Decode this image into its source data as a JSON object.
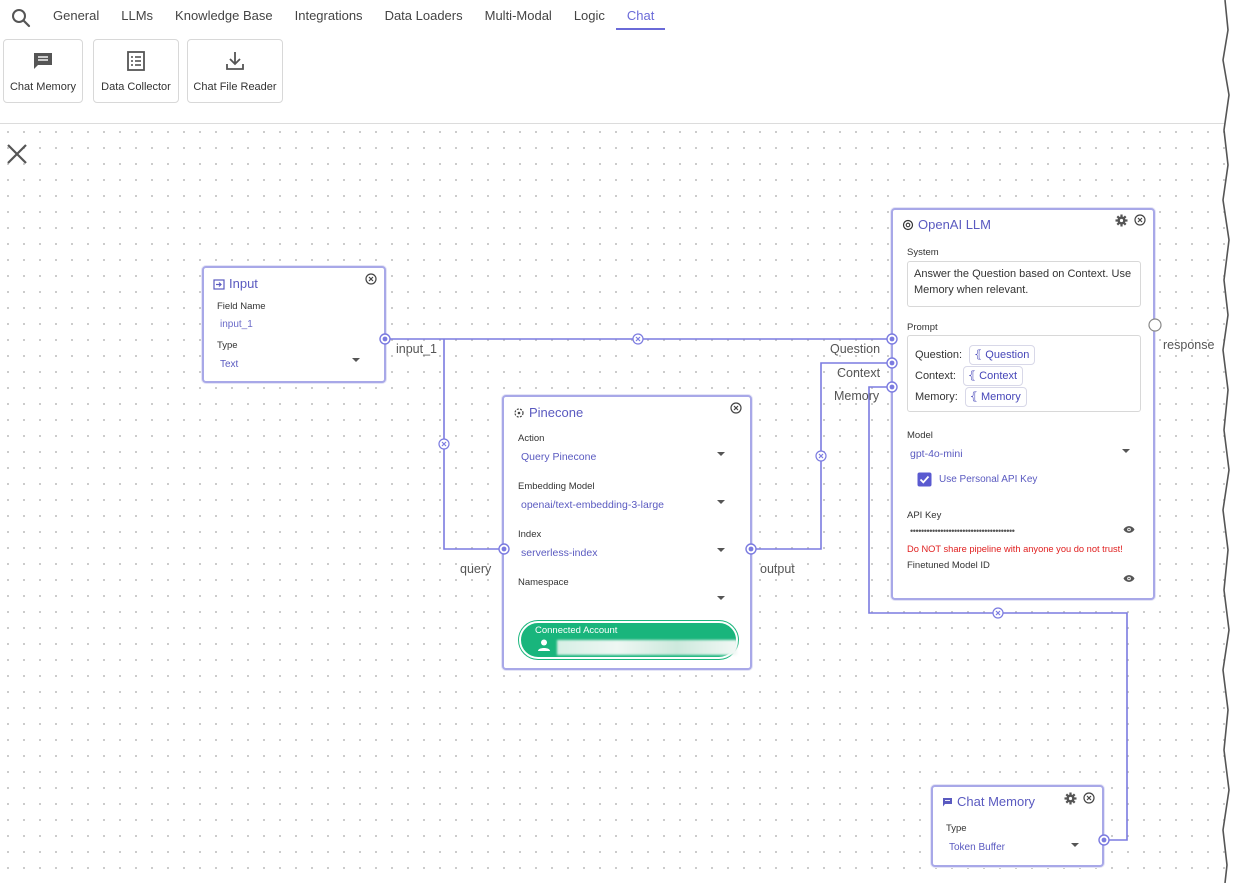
{
  "nav": {
    "tabs": [
      "General",
      "LLMs",
      "Knowledge Base",
      "Integrations",
      "Data Loaders",
      "Multi-Modal",
      "Logic",
      "Chat"
    ],
    "active_tab": "Chat",
    "tools": [
      {
        "label": "Chat Memory",
        "icon": "chat-icon"
      },
      {
        "label": "Data Collector",
        "icon": "list-icon"
      },
      {
        "label": "Chat File Reader",
        "icon": "download-icon"
      }
    ]
  },
  "input_node": {
    "title": "Input",
    "field_name_label": "Field Name",
    "field_name_value": "input_1",
    "type_label": "Type",
    "type_value": "Text",
    "output_port": "input_1"
  },
  "pinecone_node": {
    "title": "Pinecone",
    "action_label": "Action",
    "action_value": "Query Pinecone",
    "embedding_label": "Embedding Model",
    "embedding_value": "openai/text-embedding-3-large",
    "index_label": "Index",
    "index_value": "serverless-index",
    "namespace_label": "Namespace",
    "namespace_value": "",
    "account_label": "Connected Account",
    "input_port": "query",
    "output_port": "output"
  },
  "openai_node": {
    "title": "OpenAI LLM",
    "system_label": "System",
    "system_text": "Answer the Question based on Context. Use Memory when relevant.",
    "prompt_label": "Prompt",
    "prompt_rows": [
      {
        "label": "Question:",
        "chip": "Question"
      },
      {
        "label": "Context:",
        "chip": "Context"
      },
      {
        "label": "Memory:",
        "chip": "Memory"
      }
    ],
    "model_label": "Model",
    "model_value": "gpt-4o-mini",
    "personal_key_label": "Use Personal API Key",
    "personal_key_checked": true,
    "api_key_label": "API Key",
    "api_key_mask": "••••••••••••••••••••••••••••••••••••••",
    "warning": "Do NOT share pipeline with anyone you do not trust!",
    "finetuned_label": "Finetuned Model ID",
    "input_ports": [
      "Question",
      "Context",
      "Memory"
    ],
    "output_port": "response"
  },
  "memory_node": {
    "title": "Chat Memory",
    "type_label": "Type",
    "type_value": "Token Buffer"
  },
  "colors": {
    "accent": "#6a6ad8",
    "wire": "#7b7be0",
    "account_green": "#19b57c",
    "warning_red": "#e02020"
  }
}
